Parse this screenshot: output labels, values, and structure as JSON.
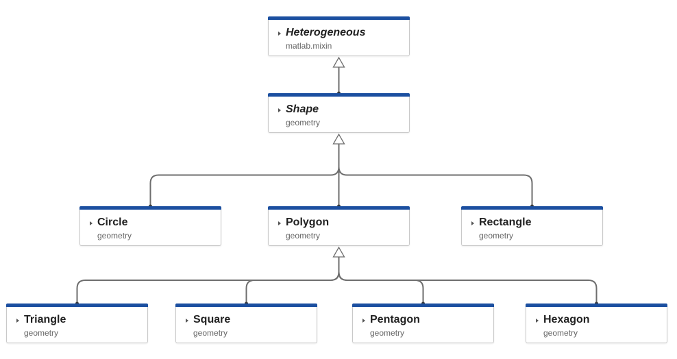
{
  "diagram": {
    "classes": [
      {
        "id": "heterogeneous",
        "name": "Heterogeneous",
        "package": "matlab.mixin",
        "abstract": true
      },
      {
        "id": "shape",
        "name": "Shape",
        "package": "geometry",
        "abstract": true
      },
      {
        "id": "circle",
        "name": "Circle",
        "package": "geometry",
        "abstract": false
      },
      {
        "id": "polygon",
        "name": "Polygon",
        "package": "geometry",
        "abstract": false
      },
      {
        "id": "rectangle",
        "name": "Rectangle",
        "package": "geometry",
        "abstract": false
      },
      {
        "id": "triangle",
        "name": "Triangle",
        "package": "geometry",
        "abstract": false
      },
      {
        "id": "square",
        "name": "Square",
        "package": "geometry",
        "abstract": false
      },
      {
        "id": "pentagon",
        "name": "Pentagon",
        "package": "geometry",
        "abstract": false
      },
      {
        "id": "hexagon",
        "name": "Hexagon",
        "package": "geometry",
        "abstract": false
      }
    ],
    "inheritance": [
      {
        "child": "shape",
        "parent": "heterogeneous"
      },
      {
        "child": "circle",
        "parent": "shape"
      },
      {
        "child": "polygon",
        "parent": "shape"
      },
      {
        "child": "rectangle",
        "parent": "shape"
      },
      {
        "child": "triangle",
        "parent": "polygon"
      },
      {
        "child": "square",
        "parent": "polygon"
      },
      {
        "child": "pentagon",
        "parent": "polygon"
      },
      {
        "child": "hexagon",
        "parent": "polygon"
      }
    ],
    "colors": {
      "header_bar": "#1b4fa0",
      "connector": "#6e6e6e",
      "node_border": "#c9c9c9"
    },
    "icons": {
      "expander": "triangle-right-icon",
      "inheritance": "hollow-triangle-arrow-icon"
    }
  }
}
